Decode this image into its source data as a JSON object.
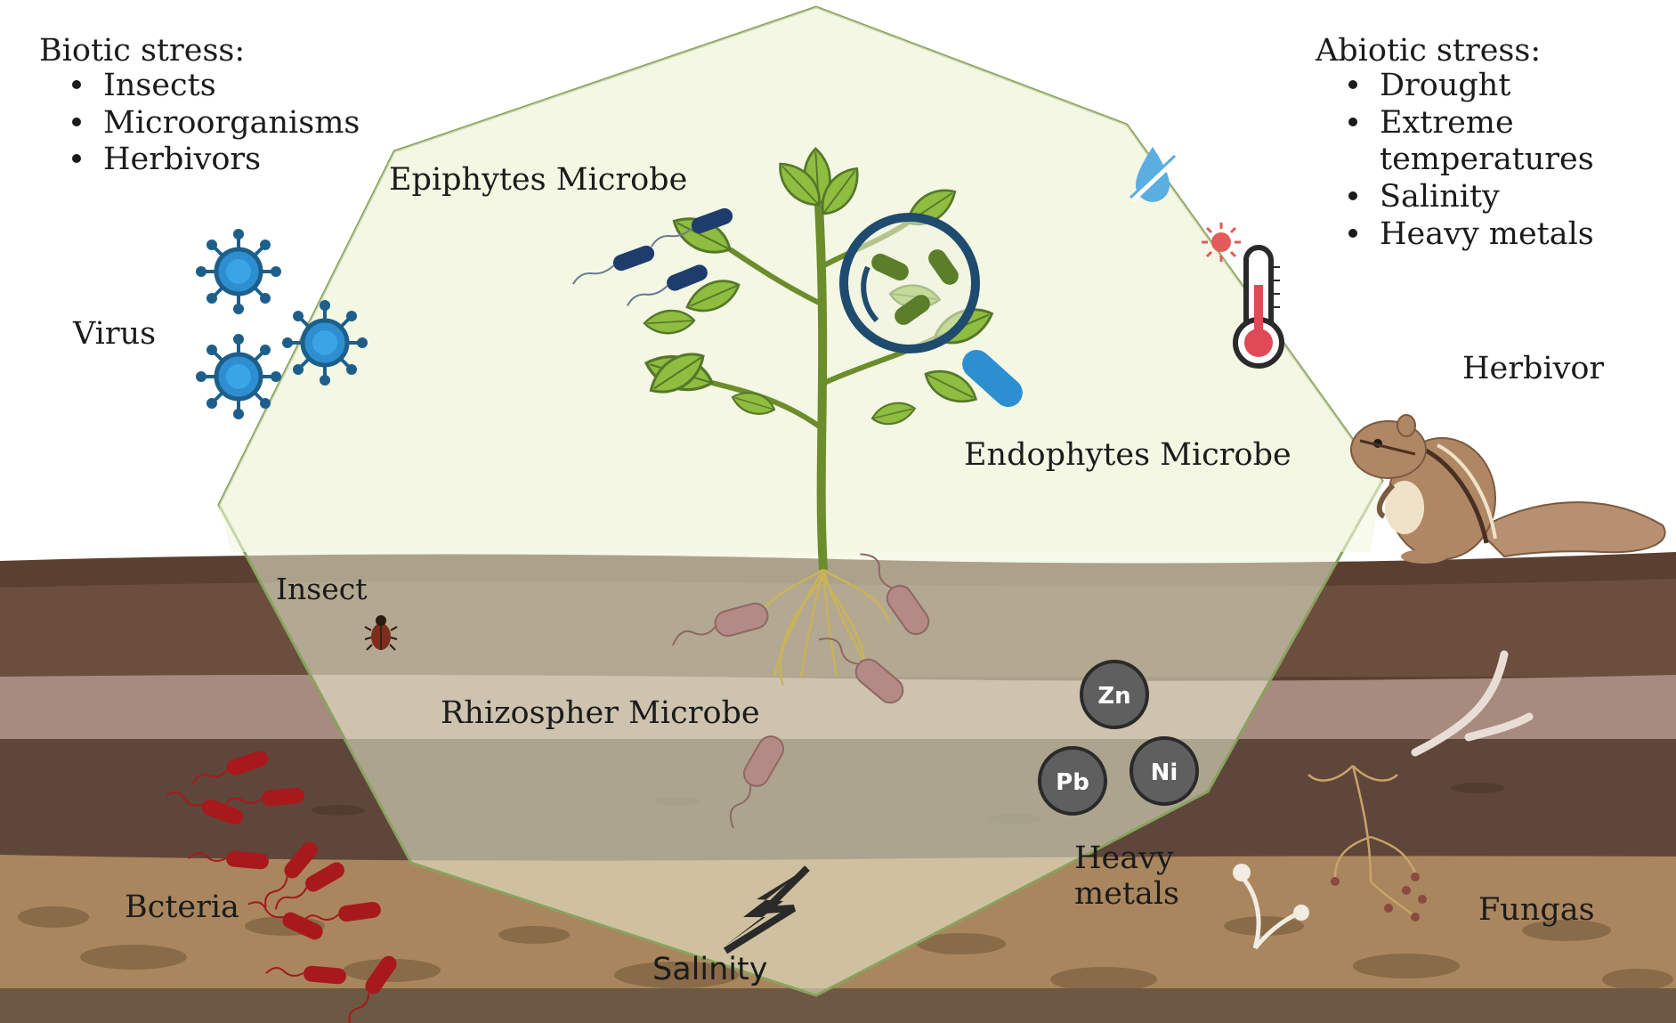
{
  "biotic": {
    "title": "Biotic stress:",
    "items": [
      "Insects",
      "Microorganisms",
      "Herbivors"
    ]
  },
  "abiotic": {
    "title": "Abiotic stress:",
    "items": [
      "Drought",
      "Extreme",
      "temperatures",
      "Salinity",
      "Heavy metals"
    ]
  },
  "labels": {
    "virus": "Virus",
    "epiphytes": "Epiphytes Microbe",
    "endophytes": "Endophytes Microbe",
    "herbivor": "Herbivor",
    "insect": "Insect",
    "rhizosphere": "Rhizospher Microbe",
    "heavy_metals_1": "Heavy",
    "heavy_metals_2": "metals",
    "bacteria": "Bcteria",
    "salinity": "Salinity",
    "fungus": "Fungas"
  },
  "metals": {
    "zn": "Zn",
    "pb": "Pb",
    "ni": "Ni"
  },
  "icons": [
    "virus-icon",
    "bacteria-icon",
    "magnifier-icon",
    "water-drop-crossed-icon",
    "sun-icon",
    "thermometer-icon",
    "chipmunk-icon",
    "beetle-icon",
    "lightning-icon",
    "fungus-icon",
    "plant-icon"
  ],
  "colors": {
    "soil_top": "#5b4032",
    "soil_mid": "#a78b7e",
    "soil_dark": "#5e463a",
    "soil_sand": "#a9865e",
    "hexagon_fill": "#eef2d6",
    "hexagon_stroke": "#8aa25f",
    "virus_blue": "#2e8fd0",
    "bacteria_red": "#a8191c",
    "epiphyte_navy": "#1e3c6c",
    "endophyte_green": "#5a7e2a",
    "metal_gray": "#5f5f5f"
  }
}
